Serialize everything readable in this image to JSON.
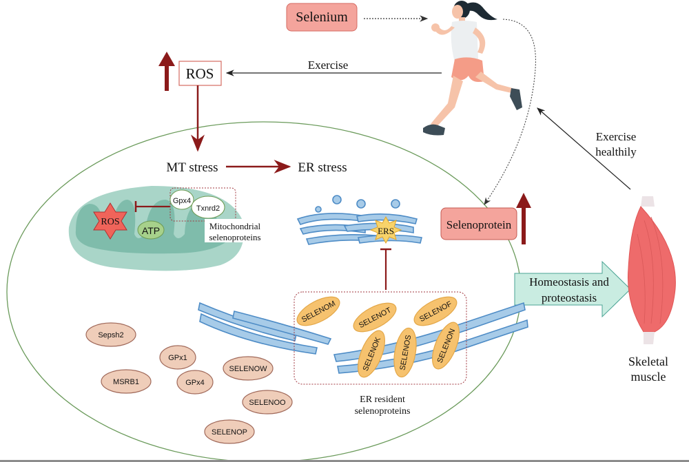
{
  "figure": {
    "selenium": "Selenium",
    "ros_top": "ROS",
    "exercise": "Exercise",
    "exercise_healthily_1": "Exercise",
    "exercise_healthily_2": "healthily",
    "mt_stress": "MT stress",
    "er_stress": "ER stress",
    "selenoprotein": "Selenoprotein",
    "homeostasis_1": "Homeostasis and",
    "homeostasis_2": "proteostasis",
    "skeletal_1": "Skeletal",
    "skeletal_2": "muscle"
  },
  "mitochondrion": {
    "ros": "ROS",
    "atp": "ATP",
    "gpx4": "Gpx4",
    "txnrd2": "Txnrd2",
    "label_1": "Mitochondrial",
    "label_2": "selenoproteins"
  },
  "er": {
    "ers": "ERS",
    "resident": [
      "SELENOM",
      "SELENOT",
      "SELENOF",
      "SELENOK",
      "SELENOS",
      "SELENON"
    ],
    "label_1": "ER resident",
    "label_2": "selenoproteins"
  },
  "cytosolic": [
    "Sepsh2",
    "MSRB1",
    "GPx1",
    "GPx4",
    "SELENOW",
    "SELENOO",
    "SELENOP"
  ],
  "colors": {
    "dark_red": "#8b1a1a",
    "salmon": "#f4a49c",
    "cell_border": "#6a9a5a",
    "mito": "#a9d5c8",
    "er_blue": "#a7cbe8",
    "er_stroke": "#4e8cc6",
    "orange": "#f6c26e",
    "tan": "#efcdb9",
    "teal": "#c9ece1"
  }
}
